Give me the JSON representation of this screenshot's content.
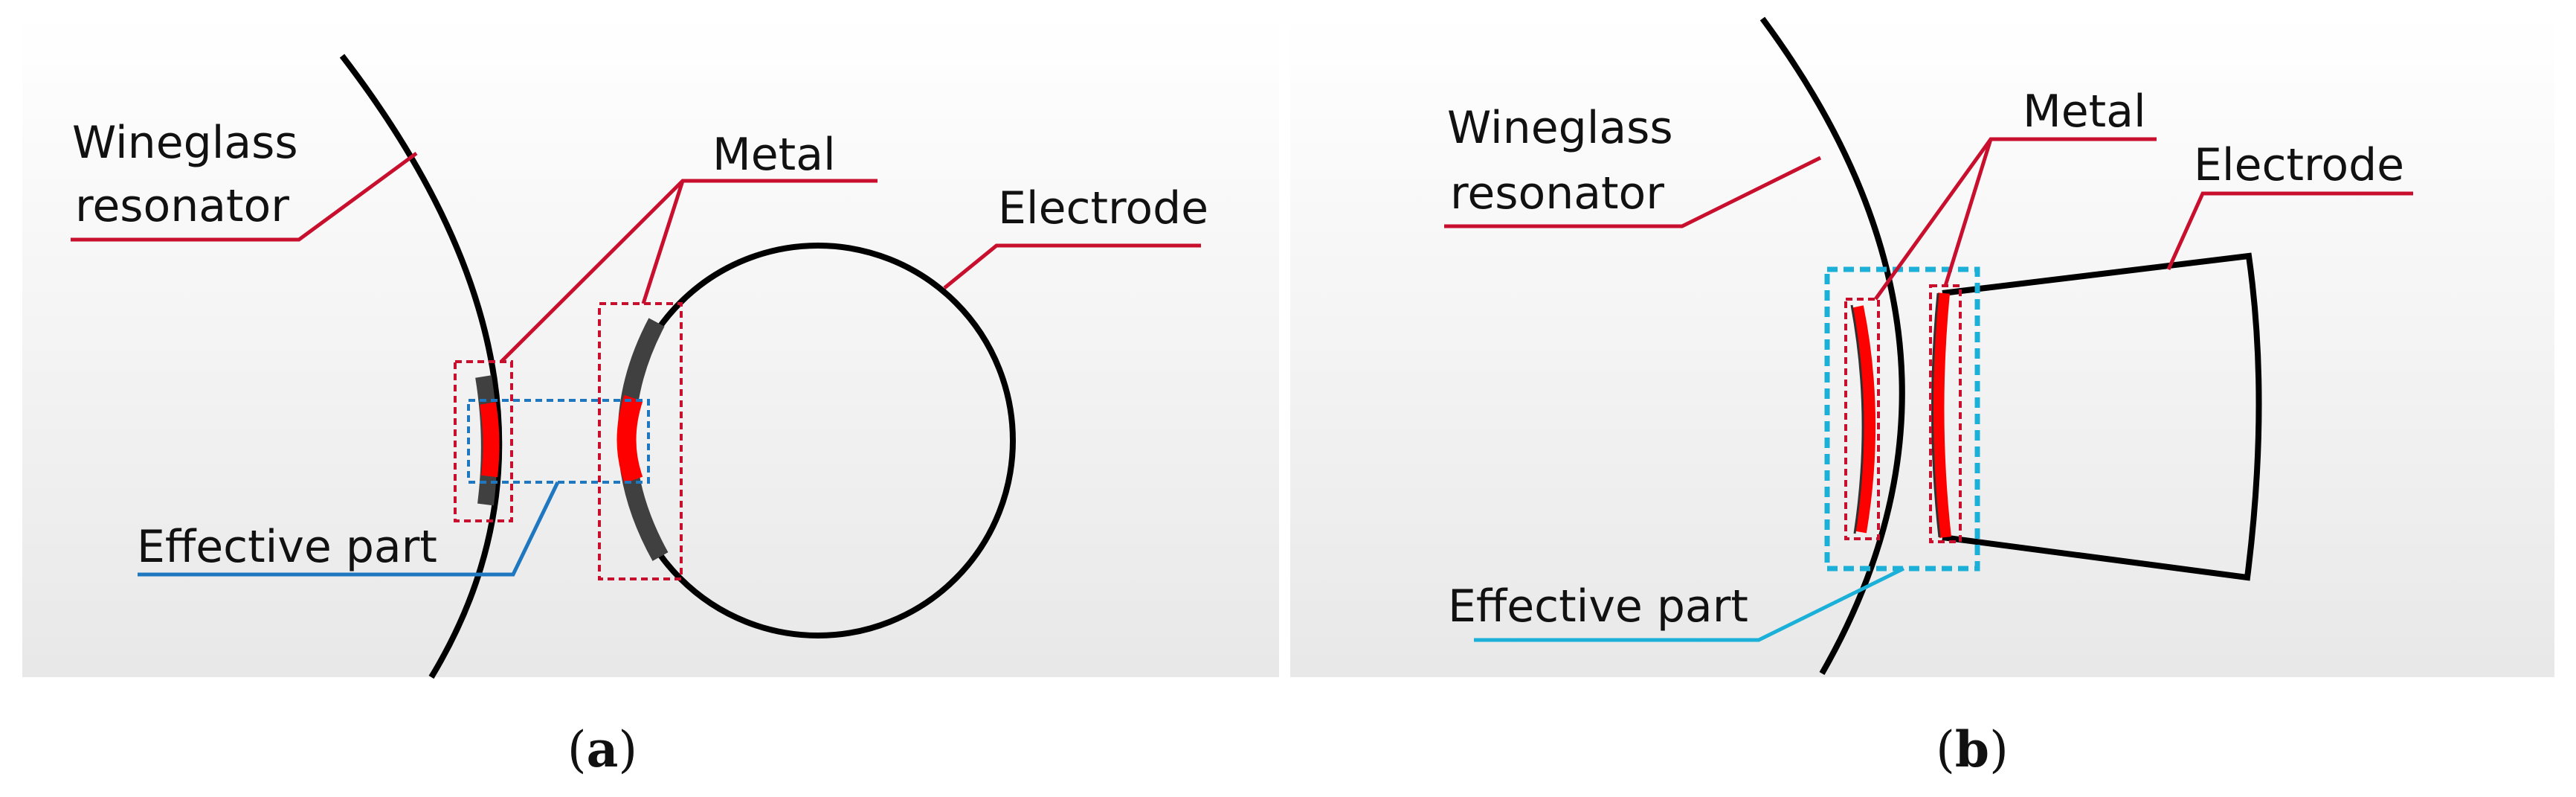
{
  "panels": [
    {
      "id": "a",
      "caption_letter": "a",
      "labels": {
        "resonator_line1": "Wineglass",
        "resonator_line2": "resonator",
        "metal": "Metal",
        "electrode": "Electrode",
        "effective_part": "Effective part"
      }
    },
    {
      "id": "b",
      "caption_letter": "b",
      "labels": {
        "resonator_line1": "Wineglass",
        "resonator_line2": "resonator",
        "metal": "Metal",
        "electrode": "Electrode",
        "effective_part": "Effective part"
      }
    }
  ],
  "colors": {
    "leader_red": "#c8102e",
    "metal_red": "#ff0000",
    "metal_dark": "#404040",
    "outline": "#000000",
    "effective_blue_a": "#1f77c0",
    "effective_blue_b": "#1ab0d8",
    "panel_bg_top": "#ffffff",
    "panel_bg_bottom": "#e9e9e9"
  }
}
